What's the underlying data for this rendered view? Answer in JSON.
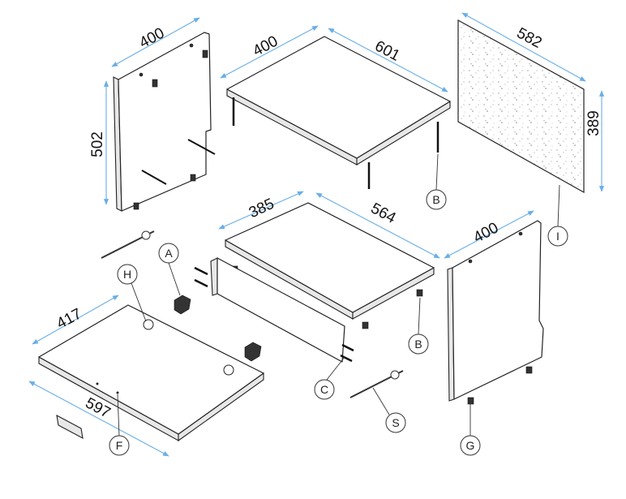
{
  "dimensions": {
    "left_side_depth": "400",
    "left_side_height": "502",
    "top_depth": "400",
    "top_width": "601",
    "back_width": "582",
    "back_height": "389",
    "shelf_depth": "385",
    "shelf_width": "564",
    "right_side_depth": "400",
    "bottom_depth": "417",
    "bottom_width": "597"
  },
  "callouts": {
    "A": "A",
    "H": "H",
    "B1": "B",
    "B2": "B",
    "C": "C",
    "I": "I",
    "S": "S",
    "F": "F",
    "G": "G"
  },
  "colors": {
    "dimension_line": "#6aaee6",
    "outline": "#222222"
  }
}
